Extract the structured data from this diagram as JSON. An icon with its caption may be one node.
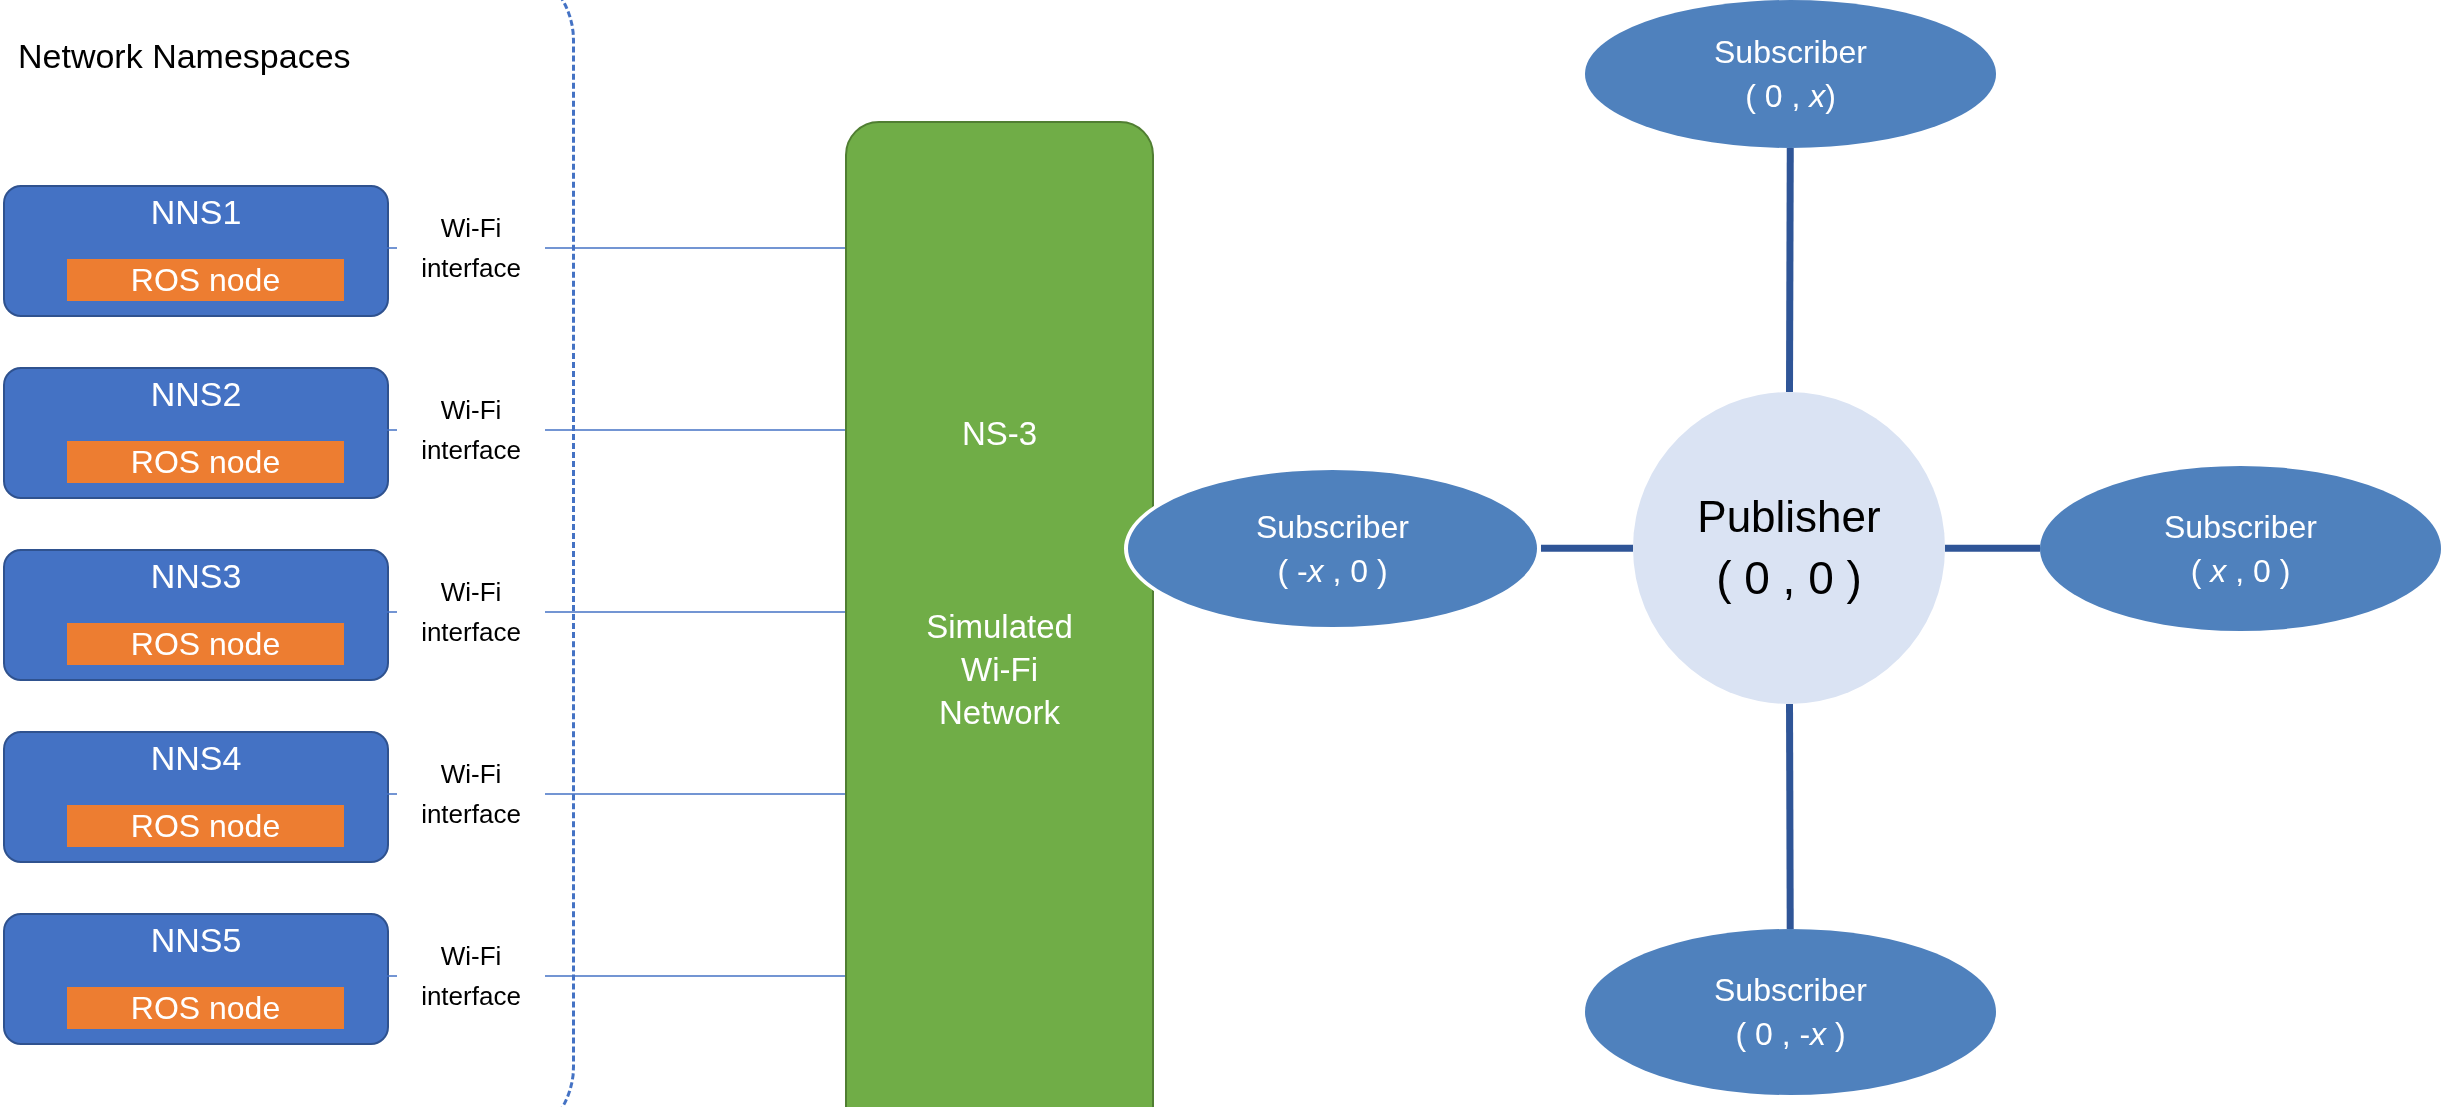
{
  "diagram": {
    "nodes": [
      {
        "text": [
          "Network Namespaces"
        ]
      },
      {
        "text": [
          "NNS1"
        ],
        "in": 0
      },
      {
        "text": [
          "ROS node"
        ],
        "in": 1
      },
      {
        "text": [
          "NNS2"
        ],
        "in": 0
      },
      {
        "text": [
          "ROS node"
        ],
        "in": 3
      },
      {
        "text": [
          "NNS3"
        ],
        "in": 0
      },
      {
        "text": [
          "ROS node"
        ],
        "in": 5
      },
      {
        "text": [
          "NNS4"
        ],
        "in": 0
      },
      {
        "text": [
          "ROS node"
        ],
        "in": 7
      },
      {
        "text": [
          "NNS5"
        ],
        "in": 0
      },
      {
        "text": [
          "ROS node"
        ],
        "in": 9
      },
      {
        "text": [
          "NS-3",
          "Simulated Wi-Fi Network"
        ]
      },
      {
        "text": [
          "Subscriber",
          "( 0 , *x*)"
        ]
      },
      {
        "text": [
          "Subscriber",
          "( -*x* , 0 )"
        ]
      },
      {
        "text": [
          "Publisher",
          "( 0 , 0 )"
        ]
      },
      {
        "text": [
          "Subscriber",
          "( *x* , 0 )"
        ]
      },
      {
        "text": [
          "Subscriber",
          "( 0 , -*x* )"
        ]
      }
    ],
    "edges": [
      {
        "from": 1,
        "to": 11,
        "arrow": "none",
        "label": "Wi-Fi interface"
      },
      {
        "from": 3,
        "to": 11,
        "arrow": "none",
        "label": "Wi-Fi interface"
      },
      {
        "from": 5,
        "to": 11,
        "arrow": "none",
        "label": "Wi-Fi interface"
      },
      {
        "from": 7,
        "to": 11,
        "arrow": "none",
        "label": "Wi-Fi interface"
      },
      {
        "from": 9,
        "to": 11,
        "arrow": "none",
        "label": "Wi-Fi interface"
      },
      {
        "from": 14,
        "to": 12,
        "arrow": "none",
        "style": "thick"
      },
      {
        "from": 14,
        "to": 13,
        "arrow": "none",
        "style": "thick"
      },
      {
        "from": 14,
        "to": 15,
        "arrow": "none",
        "style": "thick"
      },
      {
        "from": 14,
        "to": 16,
        "arrow": "none",
        "style": "thick"
      }
    ]
  }
}
